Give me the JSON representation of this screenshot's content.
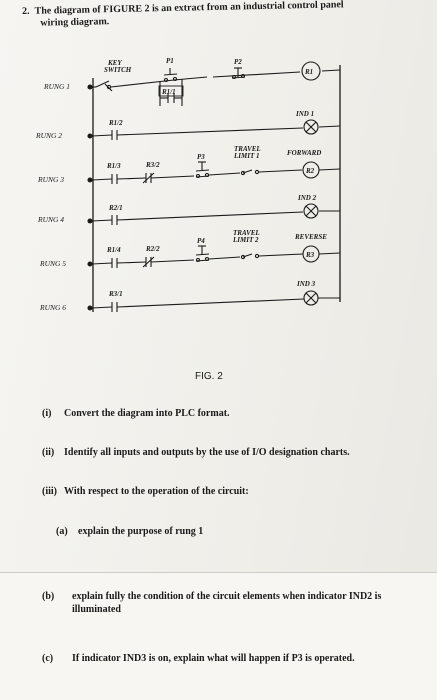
{
  "question": {
    "number": "2.",
    "title": "The diagram of FIGURE 2 is an extract from an industrial control panel",
    "subtitle": "wiring diagram."
  },
  "diagram": {
    "rungs": [
      "RUNG 1",
      "RUNG 2",
      "RUNG 3",
      "RUNG 4",
      "RUNG 5",
      "RUNG 6"
    ],
    "labels": {
      "key_switch_1": "KEY",
      "key_switch_2": "SWITCH",
      "p1": "P1",
      "p2": "P2",
      "r1_coil": "R1",
      "r1_1": "R1/1",
      "ind1": "IND 1",
      "r1_2": "R1/2",
      "travel_limit1_a": "TRAVEL",
      "travel_limit1_b": "LIMIT 1",
      "forward": "FORWARD",
      "r1_3": "R1/3",
      "r3_2": "R3/2",
      "p3": "P3",
      "r2_coil": "R2",
      "ind2": "IND 2",
      "r2_1": "R2/1",
      "travel_limit2_a": "TRAVEL",
      "travel_limit2_b": "LIMIT 2",
      "reverse": "REVERSE",
      "r1_4": "R1/4",
      "r2_2": "R2/2",
      "p4": "P4",
      "r3_coil": "R3",
      "ind3": "IND 3",
      "r3_1": "R3/1"
    },
    "caption": "FIG. 2"
  },
  "questions": [
    {
      "mark": "(i)",
      "text": "Convert the diagram into PLC format."
    },
    {
      "mark": "(ii)",
      "text": "Identify all inputs and outputs by the use of I/O designation charts."
    },
    {
      "mark": "(iii)",
      "text": "With respect to the operation of the circuit:"
    },
    {
      "mark": "(a)",
      "text": "explain the purpose of rung 1"
    },
    {
      "mark": "(b)",
      "text": "explain fully the condition of the circuit elements when indicator IND2 is illuminated"
    },
    {
      "mark": "(c)",
      "text": "If indicator IND3 is on, explain what will happen if P3 is operated."
    }
  ]
}
